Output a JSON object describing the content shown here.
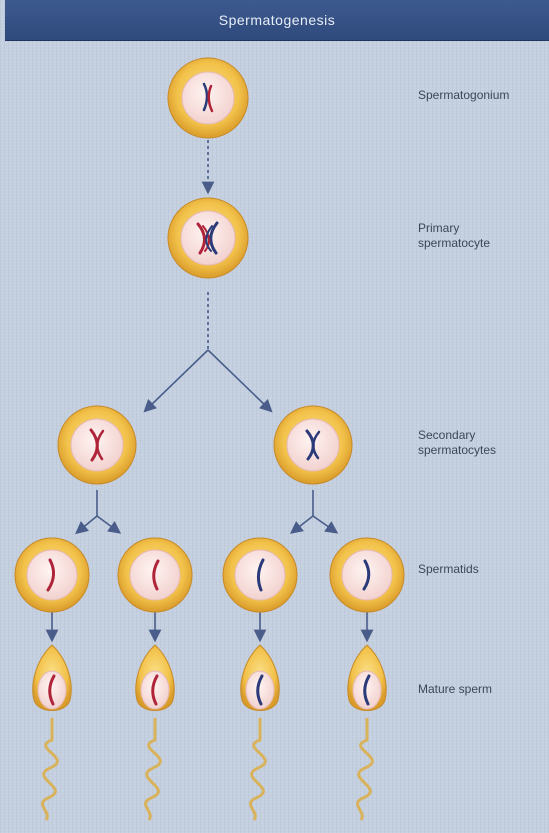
{
  "title": "Spermatogenesis",
  "stages": {
    "spermatogonium": "Spermatogonium",
    "primary": "Primary\nspermatocyte",
    "secondary": "Secondary\nspermatocytes",
    "spermatids": "Spermatids",
    "mature": "Mature sperm"
  },
  "colors": {
    "background": "#c4d0e0",
    "title_bar": "#2f4a7c",
    "cell_outer": "#f2c24a",
    "cell_inner": "#f8dcda",
    "arrow": "#4a5d8a",
    "chromosome_red": "#b0243a",
    "chromosome_blue": "#2b3a78",
    "tail": "#d9b25c"
  }
}
